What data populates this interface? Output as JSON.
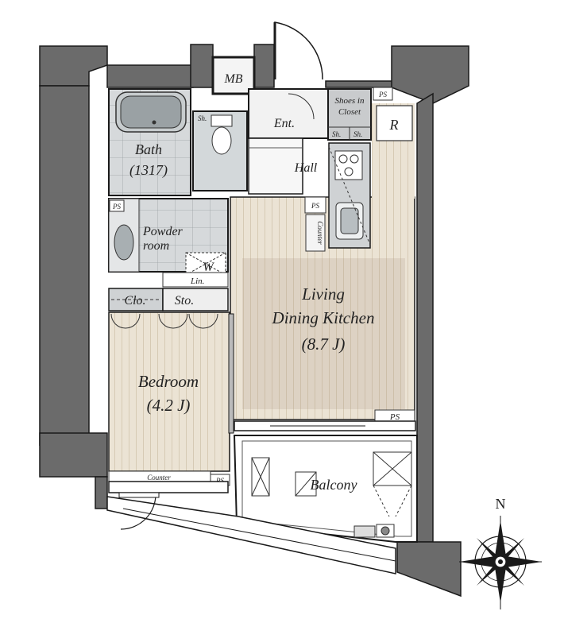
{
  "rooms": {
    "mb": "MB",
    "ent": "Ent.",
    "hall": "Hall",
    "shoes_line1": "Shoes in",
    "shoes_line2": "Closet",
    "sh": "Sh.",
    "r": "R",
    "bath": "Bath",
    "bath_size": "(1317)",
    "powder_line1": "Powder",
    "powder_line2": "room",
    "w": "W",
    "lin": "Lin.",
    "clo": "Clo.",
    "sto": "Sto.",
    "ldk_line1": "Living",
    "ldk_line2": "Dining Kitchen",
    "ldk_size": "(8.7 J)",
    "bedroom": "Bedroom",
    "bedroom_size": "(4.2 J)",
    "balcony": "Balcony",
    "counter": "Counter",
    "ps": "PS"
  },
  "compass": {
    "north": "N"
  },
  "colors": {
    "wall": "#6b6b6b",
    "wall_line": "#1a1a1a",
    "wood": "#e9e0d0",
    "wood_stripe": "#d9cdb8",
    "ldk_inner": "#ddd3c6",
    "tile": "#d7dadb",
    "bath": "#c6cbcd"
  }
}
